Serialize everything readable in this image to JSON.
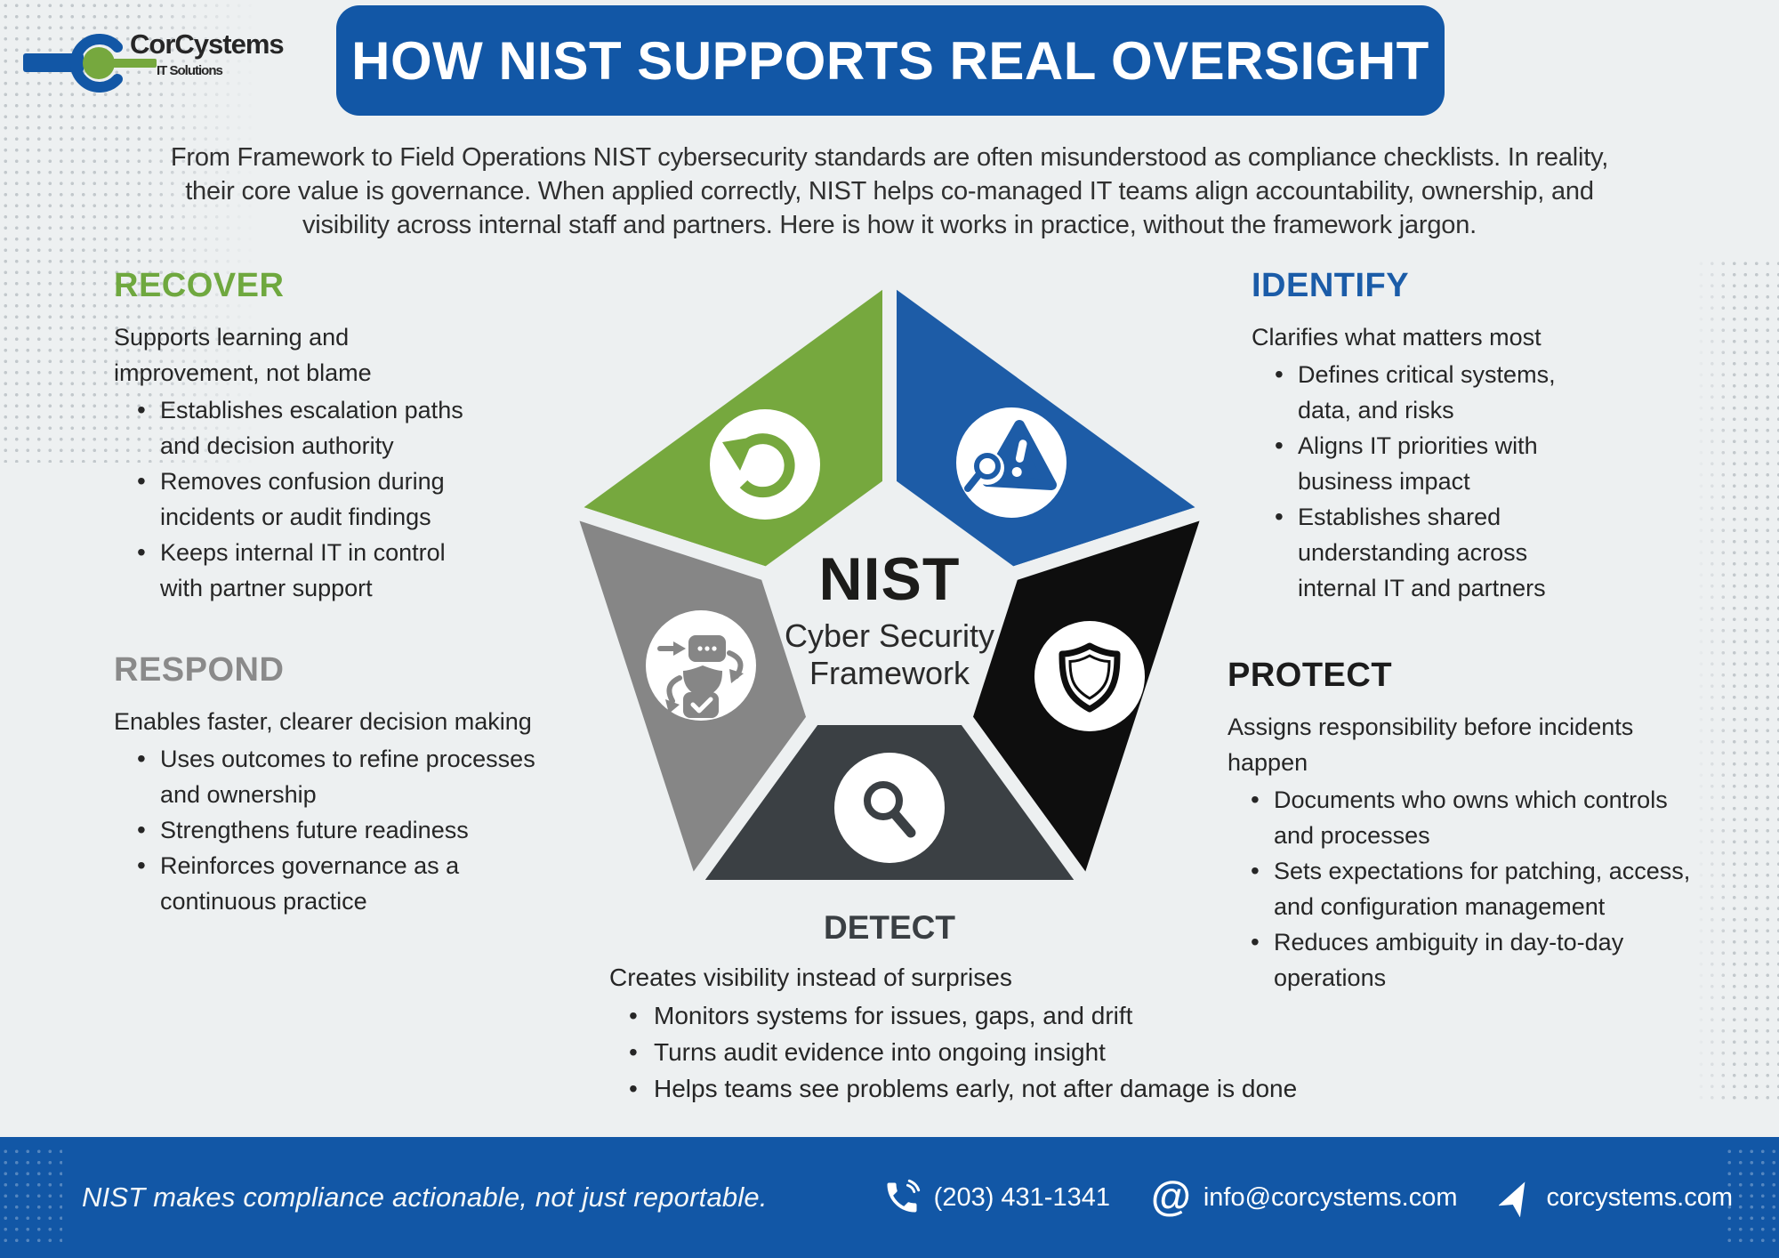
{
  "brand": {
    "name": "CorCystems",
    "tagline": "IT Solutions"
  },
  "header": {
    "title": "HOW NIST SUPPORTS REAL OVERSIGHT"
  },
  "intro": "From Framework to Field Operations NIST cybersecurity standards are often misunderstood as compliance checklists. In reality,\ntheir core value is governance. When applied correctly, NIST helps co-managed IT teams align accountability, ownership, and\nvisibility across internal staff and partners. Here is how it works in practice, without the framework jargon.",
  "center": {
    "title": "NIST",
    "subtitle": "Cyber Security\nFramework"
  },
  "sections": {
    "recover": {
      "heading": "RECOVER",
      "lead": "Supports learning and\nimprovement, not blame",
      "bullets": [
        "Establishes escalation paths\nand decision authority",
        "Removes confusion during\nincidents or audit findings",
        "Keeps internal IT in control\nwith partner support"
      ]
    },
    "respond": {
      "heading": "RESPOND",
      "lead": "Enables faster, clearer decision making",
      "bullets": [
        "Uses outcomes to refine processes\nand ownership",
        "Strengthens future readiness",
        "Reinforces governance as a\ncontinuous practice"
      ]
    },
    "identify": {
      "heading": "IDENTIFY",
      "lead": "Clarifies what matters most",
      "bullets": [
        "Defines critical systems,\ndata, and risks",
        "Aligns IT priorities with\nbusiness impact",
        "Establishes shared\nunderstanding across\ninternal IT and partners"
      ]
    },
    "protect": {
      "heading": "PROTECT",
      "lead": "Assigns responsibility before incidents\nhappen",
      "bullets": [
        "Documents who owns which controls\nand processes",
        "Sets expectations for patching, access,\nand configuration management",
        "Reduces ambiguity in day-to-day\noperations"
      ]
    },
    "detect": {
      "heading": "DETECT",
      "lead": "Creates visibility instead of surprises",
      "bullets": [
        "Monitors systems for issues, gaps, and drift",
        "Turns audit evidence into ongoing insight",
        "Helps teams see problems early, not after damage is done"
      ]
    }
  },
  "footer": {
    "tagline": "NIST makes compliance actionable, not just reportable.",
    "phone": "(203) 431-1341",
    "email": "info@corcystems.com",
    "website": "corcystems.com"
  },
  "colors": {
    "banner_blue": "#1257a6",
    "wedge_identify_blue": "#1d5ca7",
    "wedge_recover_green": "#76a83e",
    "wedge_protect_black": "#0e0e0e",
    "wedge_detect_charcoal": "#3b4044",
    "wedge_respond_gray": "#868686",
    "heading_recover": "#6fa83f",
    "heading_identify": "#1b5ca8",
    "heading_respond": "#8a8a8a",
    "heading_protect": "#1c1c1c",
    "heading_detect": "#3a3f43",
    "background": "#edf0f1"
  }
}
